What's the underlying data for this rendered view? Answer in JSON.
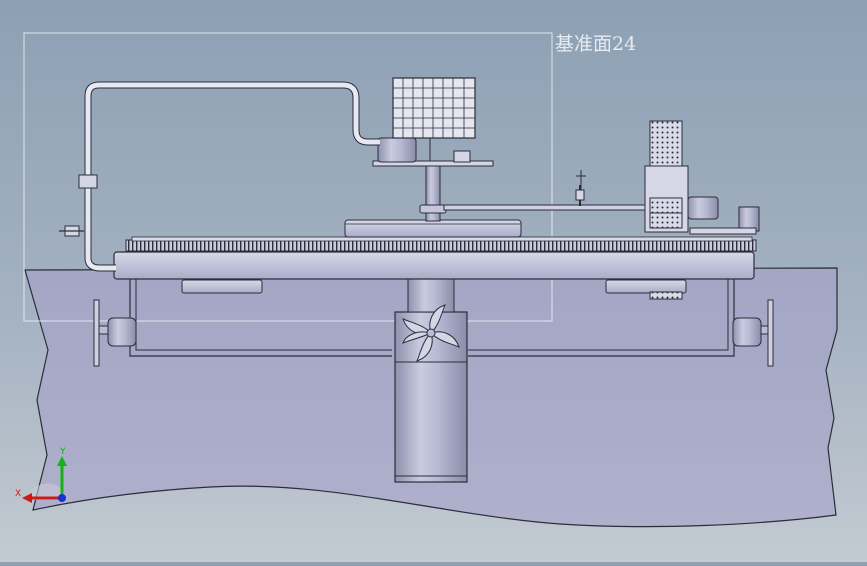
{
  "viewport": {
    "plane_label": "基准面24",
    "triad": {
      "x_label": "X",
      "y_label": "Y"
    }
  },
  "colors": {
    "background_top": "#8da0b4",
    "background_bottom": "#c3cad1",
    "hull_fill": "#a7aac6",
    "metal_light": "#d4d6e6",
    "metal_mid": "#b9bcd6",
    "metal_dark": "#8d90ac",
    "outline": "#2c2c3a",
    "plane_outline": "#dfe4ea",
    "axis_x": "#d01818",
    "axis_y": "#18b018",
    "axis_z": "#1830d0"
  },
  "icons": [
    "propeller-icon",
    "solar-panel-icon",
    "axis-triad-icon"
  ]
}
